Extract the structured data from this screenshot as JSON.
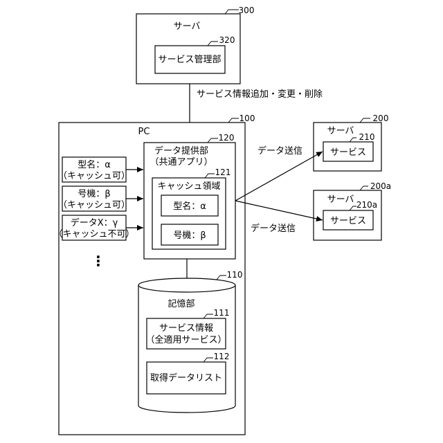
{
  "server_300": {
    "title": "サーバ",
    "ref": "300",
    "module": "サービス管理部",
    "module_ref": "320"
  },
  "flow_label": "サービス情報追加・変更・削除",
  "pc": {
    "title": "PC",
    "ref": "100"
  },
  "data_provider": {
    "title1": "データ提供部",
    "title2": "（共通アプリ）",
    "ref": "120"
  },
  "cache": {
    "title": "キャッシュ領域",
    "ref": "121",
    "item1": "型名：α",
    "item2": "号機：β"
  },
  "inputs": [
    {
      "line1": "型名：α",
      "line2": "（キャッシュ可）"
    },
    {
      "line1": "号機：β",
      "line2": "（キャッシュ可）"
    },
    {
      "line1": "データX：γ",
      "line2": "（キャッシュ不可）"
    }
  ],
  "ellipsis": "⋮",
  "storage": {
    "title": "記憶部",
    "ref": "110",
    "info_line1": "サービス情報",
    "info_line2": "（全適用サービス）",
    "info_ref": "111",
    "list": "取得データリスト",
    "list_ref": "112"
  },
  "server_200": {
    "title": "サーバ",
    "ref": "200",
    "service": "サービス",
    "service_ref": "210"
  },
  "server_200a": {
    "title": "サーバ",
    "ref": "200a",
    "service": "サービス",
    "service_ref": "210a"
  },
  "send_label_top": "データ送信",
  "send_label_bottom": "データ送信"
}
